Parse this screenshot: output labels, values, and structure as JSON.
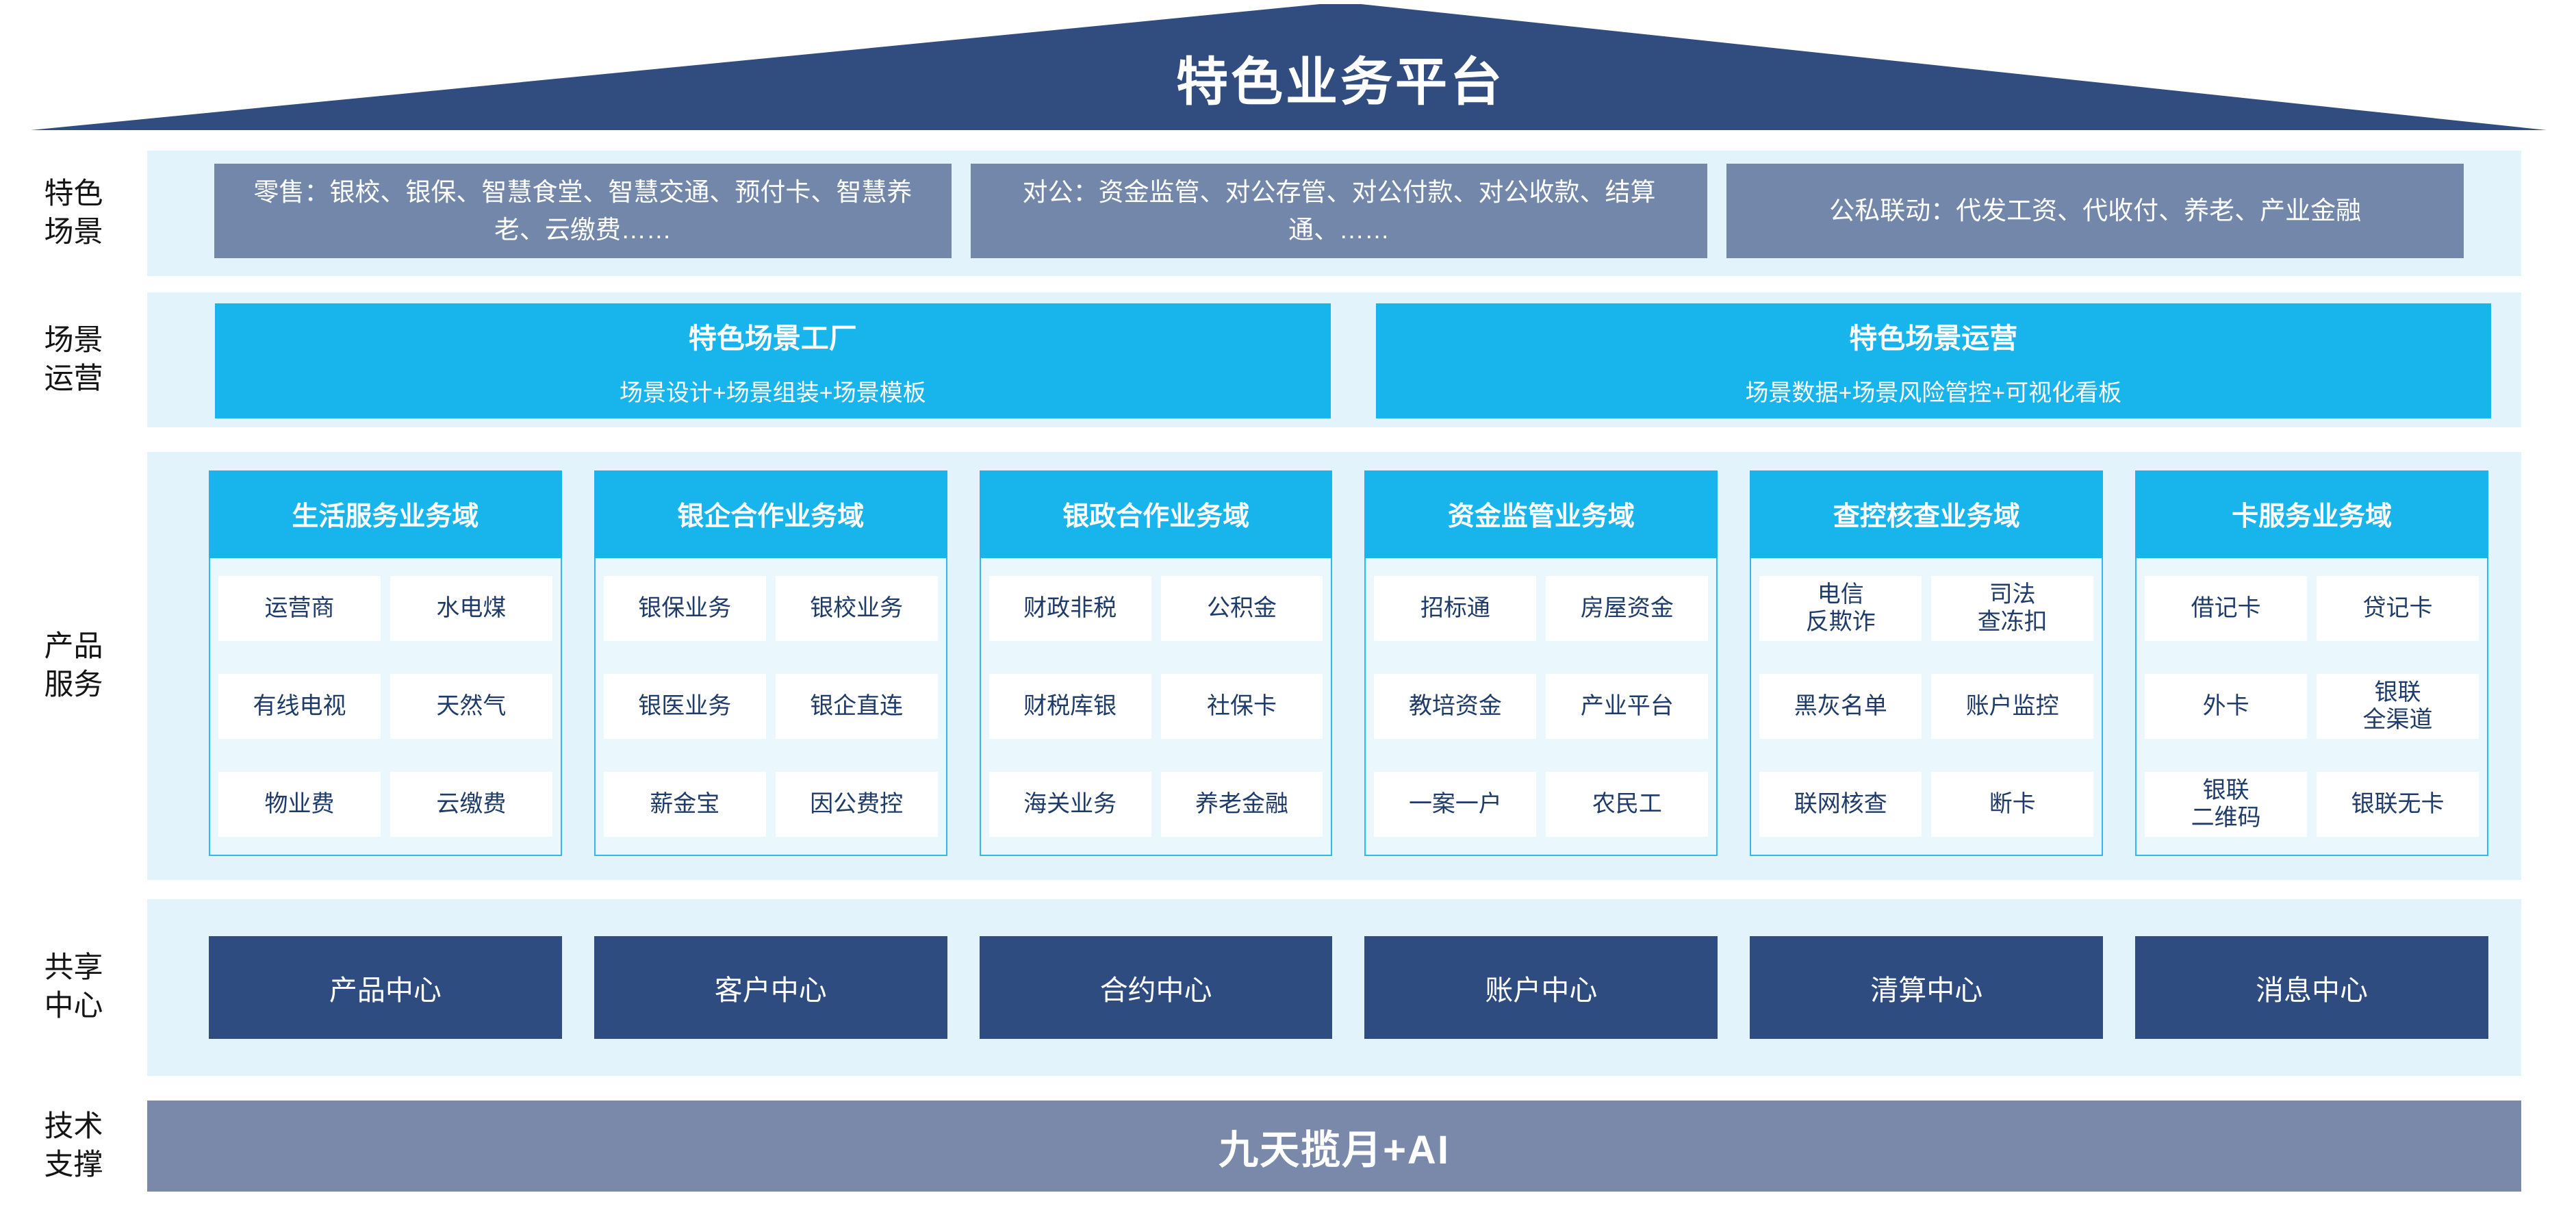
{
  "title": "特色业务平台",
  "side_labels": [
    "特色\n场景",
    "场景\n运营",
    "产品\n服务",
    "共享\n中心",
    "技术\n支撑"
  ],
  "scenes": [
    "零售：银校、银保、智慧食堂、智慧交通、预付卡、智慧养老、云缴费……",
    "对公：资金监管、对公存管、对公付款、对公收款、结算通、……",
    "公私联动：代发工资、代收付、养老、产业金融"
  ],
  "operations": [
    {
      "title": "特色场景工厂",
      "subtitle": "场景设计+场景组装+场景模板"
    },
    {
      "title": "特色场景运营",
      "subtitle": "场景数据+场景风险管控+可视化看板"
    }
  ],
  "products": {
    "columns": [
      {
        "header": "生活服务业务域",
        "items": [
          "运营商",
          "水电煤",
          "有线电视",
          "天然气",
          "物业费",
          "云缴费"
        ]
      },
      {
        "header": "银企合作业务域",
        "items": [
          "银保业务",
          "银校业务",
          "银医业务",
          "银企直连",
          "薪金宝",
          "因公费控"
        ]
      },
      {
        "header": "银政合作业务域",
        "items": [
          "财政非税",
          "公积金",
          "财税库银",
          "社保卡",
          "海关业务",
          "养老金融"
        ]
      },
      {
        "header": "资金监管业务域",
        "items": [
          "招标通",
          "房屋资金",
          "教培资金",
          "产业平台",
          "一案一户",
          "农民工"
        ]
      },
      {
        "header": "查控核查业务域",
        "items": [
          "电信\n反欺诈",
          "司法\n查冻扣",
          "黑灰名单",
          "账户监控",
          "联网核查",
          "断卡"
        ]
      },
      {
        "header": "卡服务业务域",
        "items": [
          "借记卡",
          "贷记卡",
          "外卡",
          "银联\n全渠道",
          "银联\n二维码",
          "银联无卡"
        ]
      }
    ]
  },
  "shared_centers": [
    "产品中心",
    "客户中心",
    "合约中心",
    "账户中心",
    "清算中心",
    "消息中心"
  ],
  "tech_support": "九天揽月+AI",
  "colors": {
    "roof_navy": "#314C7E",
    "center_navy": "#2E4C80",
    "steel_blue": "#7287AA",
    "tech_steel": "#7A89AA",
    "cyan": "#18B4EC",
    "band_light_blue": "#E3F3FC",
    "item_text_navy": "#1F3B69"
  }
}
